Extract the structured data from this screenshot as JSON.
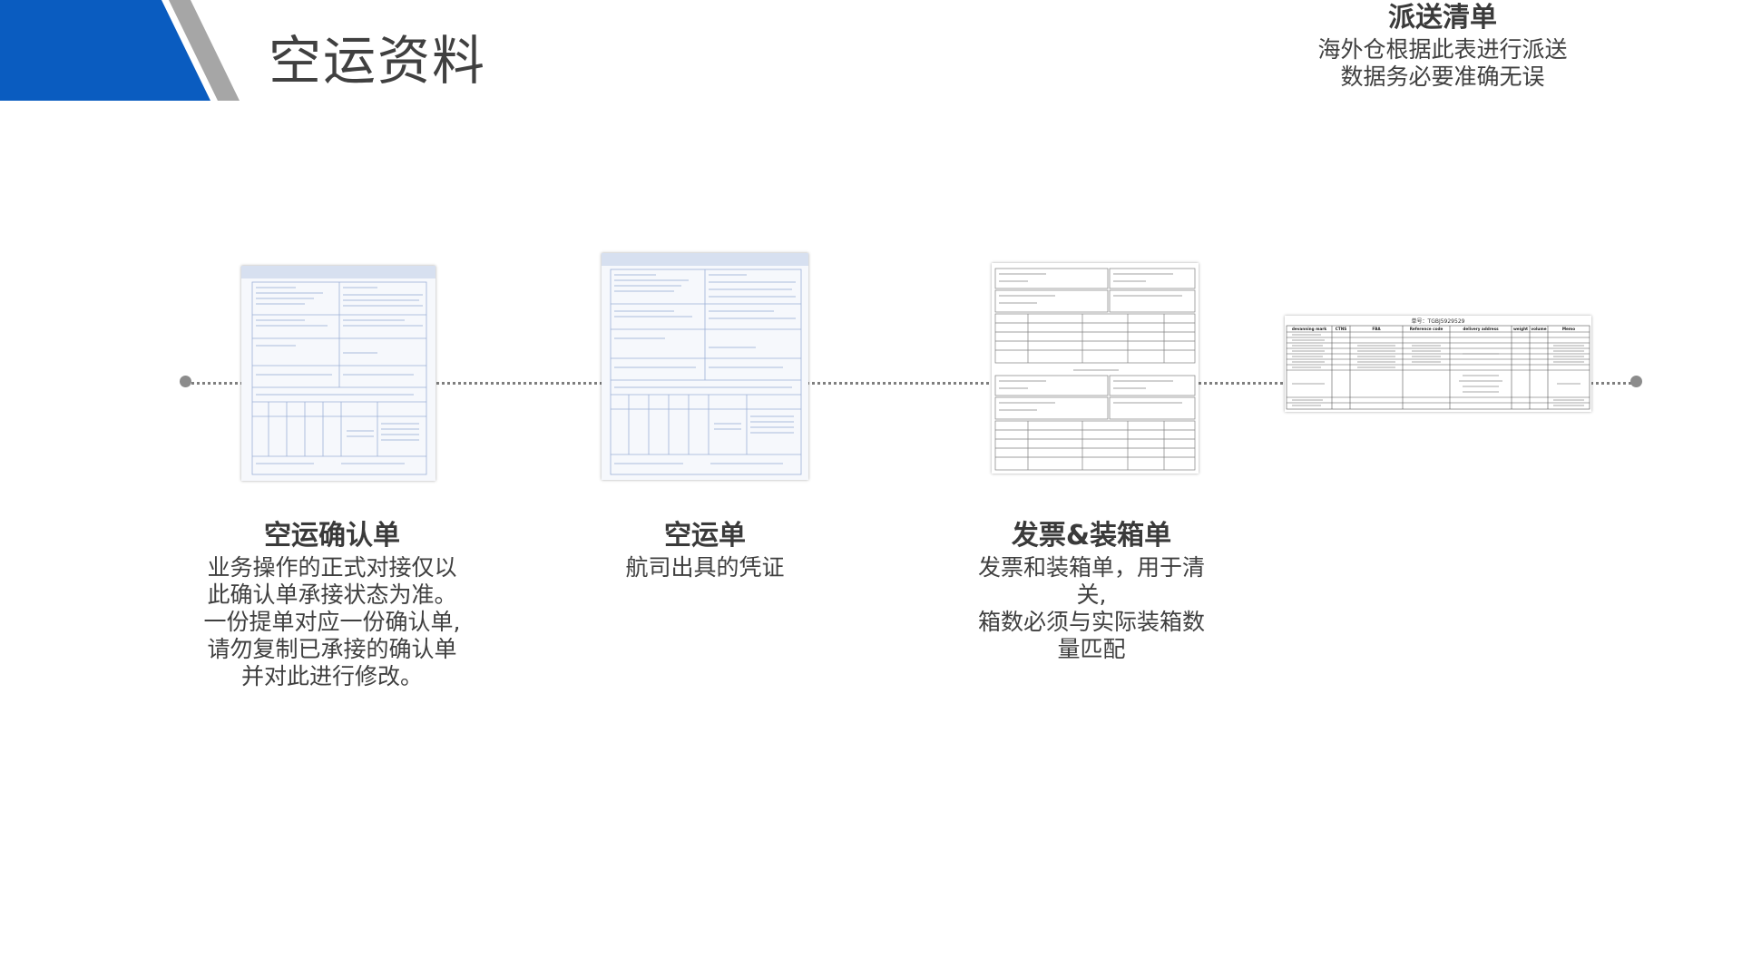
{
  "header": {
    "title": "空运资料",
    "colors": {
      "accent": "#0a5cc0",
      "secondary": "#a6a6a6"
    }
  },
  "steps": [
    {
      "title": "空运确认单",
      "desc": "业务操作的正式对接仅以\n此确认单承接状态为准。\n一份提单对应一份确认单,\n请勿复制已承接的确认单\n并对此进行修改。",
      "doc_icon": "air-waybill-confirmation-document"
    },
    {
      "title": "空运单",
      "desc": "航司出具的凭证",
      "doc_icon": "air-waybill-document"
    },
    {
      "title": "发票&装箱单",
      "desc": "发票和装箱单，用于清\n关,\n箱数必须与实际装箱数\n量匹配",
      "doc_icon": "invoice-packing-list-document"
    },
    {
      "title": "派送清单",
      "desc": "海外仓根据此表进行派送\n数据务必要准确无误",
      "doc_icon": "delivery-list-document",
      "table": {
        "title": "单号：TGBJ5929529",
        "headers": [
          "devanning mark",
          "CTNS",
          "FBA",
          "Reference code",
          "delivery address",
          "weight",
          "volume",
          "Memo"
        ]
      }
    }
  ]
}
